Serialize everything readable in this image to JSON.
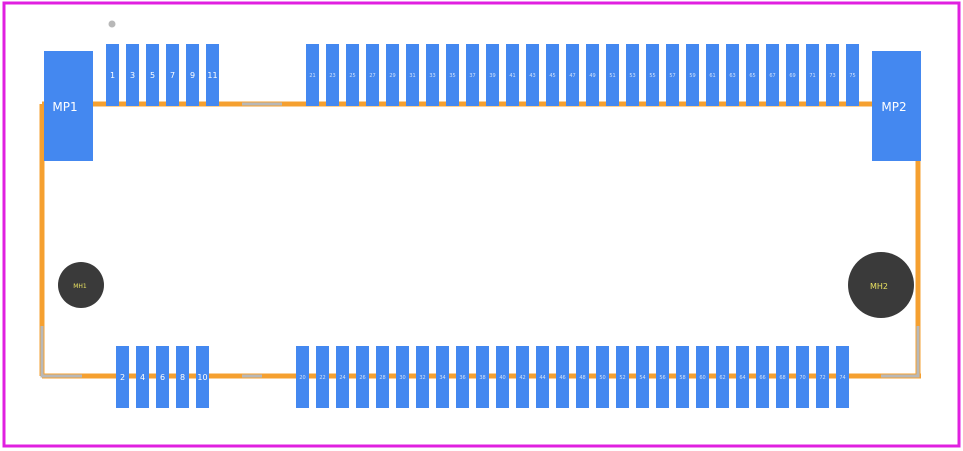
{
  "colors": {
    "border": "#e020e0",
    "outline": "#f5a030",
    "pad": "#4488f0",
    "pad_label": "#ffffff",
    "hole": "#3a3a3a",
    "hole_label": "#e8e060",
    "silk_gray": "#b8b8b8"
  },
  "mounting_pads": [
    {
      "label": "MP1"
    },
    {
      "label": "MP2"
    }
  ],
  "holes": [
    {
      "label": "MH1"
    },
    {
      "label": "MH2"
    }
  ],
  "top_pins_left": [
    "1",
    "3",
    "5",
    "7",
    "9",
    "11"
  ],
  "top_pins_right": [
    "21",
    "23",
    "25",
    "27",
    "29",
    "31",
    "33",
    "35",
    "37",
    "39",
    "41",
    "43",
    "45",
    "47",
    "49",
    "51",
    "53",
    "55",
    "57",
    "59",
    "61",
    "63",
    "65",
    "67",
    "69",
    "71",
    "73",
    "75"
  ],
  "bottom_pins_left": [
    "2",
    "4",
    "6",
    "8",
    "10"
  ],
  "bottom_pins_right": [
    "20",
    "22",
    "24",
    "26",
    "28",
    "30",
    "32",
    "34",
    "36",
    "38",
    "40",
    "42",
    "44",
    "46",
    "48",
    "50",
    "52",
    "54",
    "56",
    "58",
    "60",
    "62",
    "64",
    "66",
    "68",
    "70",
    "72",
    "74"
  ]
}
